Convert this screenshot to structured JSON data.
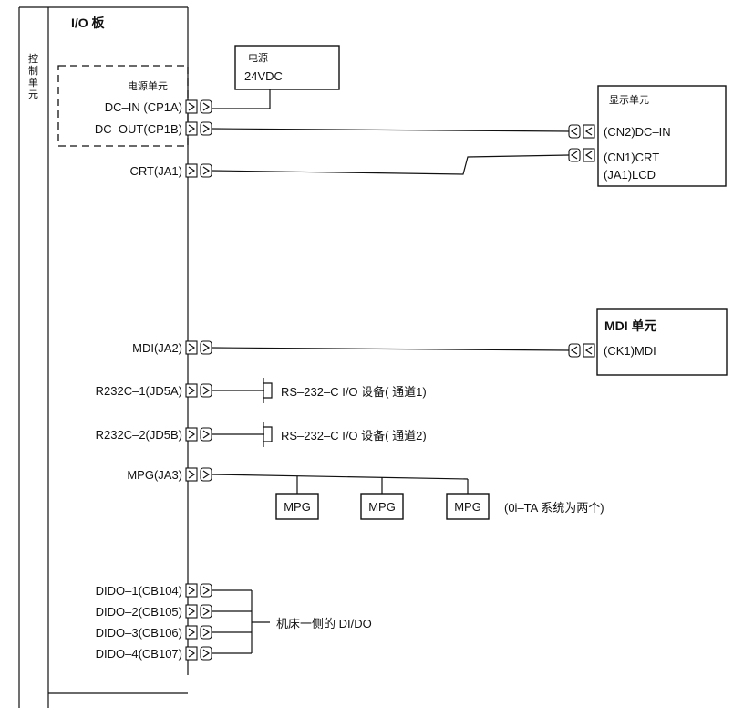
{
  "control_unit": {
    "label_chars": [
      "控",
      "制",
      "单",
      "元"
    ]
  },
  "io_board": {
    "title": "I/O 板"
  },
  "power_unit": {
    "title": "电源单元"
  },
  "power_supply": {
    "line1": "电源",
    "line2": "24VDC"
  },
  "ports": {
    "dc_in": "DC–IN (CP1A)",
    "dc_out": "DC–OUT(CP1B)",
    "crt": "CRT(JA1)",
    "mdi": "MDI(JA2)",
    "r232c_1": "R232C–1(JD5A)",
    "r232c_2": "R232C–2(JD5B)",
    "mpg": "MPG(JA3)",
    "dido_1": "DIDO–1(CB104)",
    "dido_2": "DIDO–2(CB105)",
    "dido_3": "DIDO–3(CB106)",
    "dido_4": "DIDO–4(CB107)"
  },
  "display_unit": {
    "title": "显示单元",
    "dc_in": "(CN2)DC–IN",
    "crt": "(CN1)CRT",
    "lcd": "(JA1)LCD"
  },
  "mdi_unit": {
    "title": "MDI 单元",
    "port": "(CK1)MDI"
  },
  "rs232_devices": {
    "ch1": "RS–232–C I/O 设备( 通道1)",
    "ch2": "RS–232–C I/O 设备( 通道2)"
  },
  "mpg_units": {
    "labels": [
      "MPG",
      "MPG",
      "MPG"
    ],
    "note": "(0i–TA 系统为两个)"
  },
  "machine_dido": {
    "label": "机床一侧的 DI/DO"
  }
}
